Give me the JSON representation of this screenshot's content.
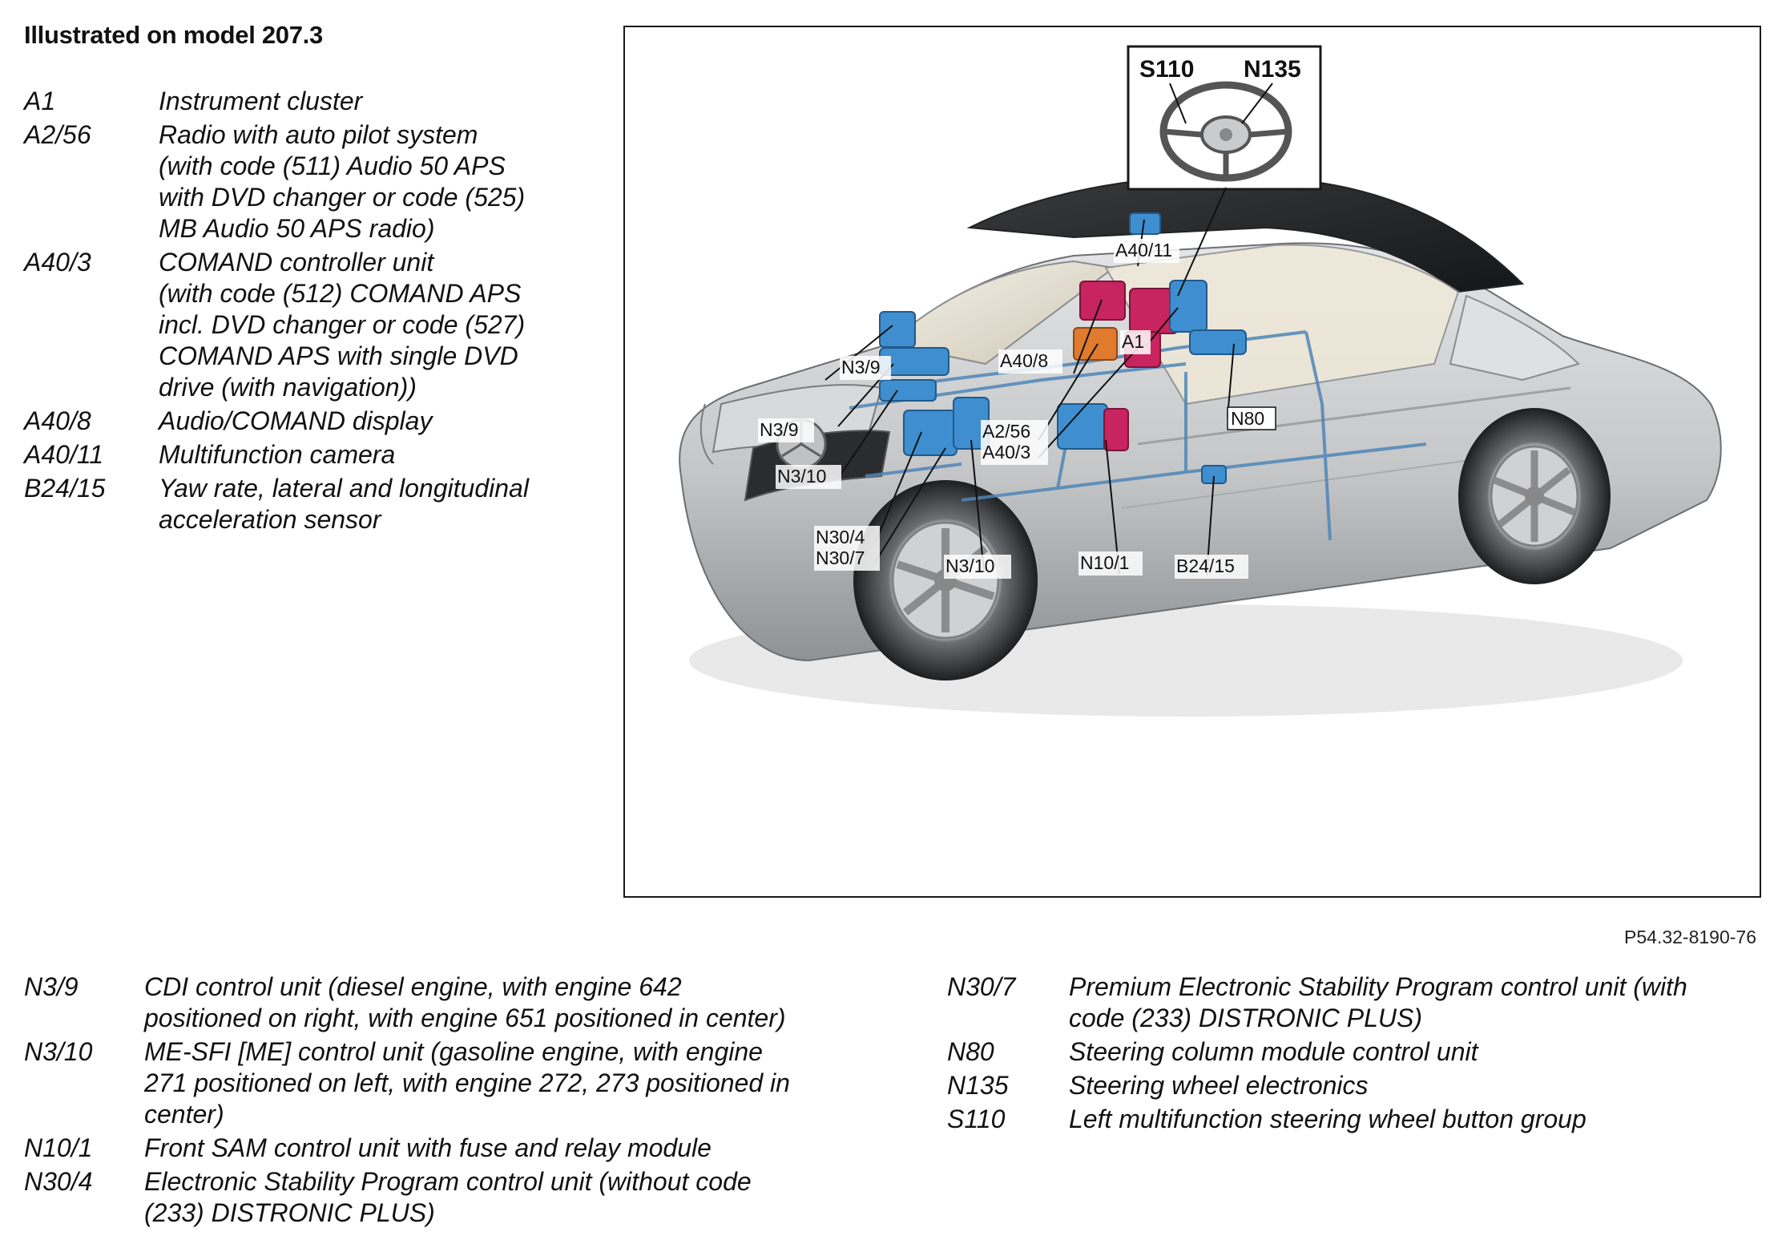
{
  "title": "Illustrated on model 207.3",
  "figure_ref": "P54.32-8190-76",
  "legend_top": [
    {
      "code": "A1",
      "desc": "Instrument cluster"
    },
    {
      "code": "A2/56",
      "desc": "Radio with auto pilot system\n(with code (511) Audio 50 APS\nwith DVD changer or code (525)\nMB Audio 50 APS radio)"
    },
    {
      "code": "A40/3",
      "desc": "COMAND controller unit\n(with code (512) COMAND APS\nincl. DVD changer or code (527)\nCOMAND APS with single DVD\ndrive (with navigation))"
    },
    {
      "code": "A40/8",
      "desc": "Audio/COMAND display"
    },
    {
      "code": "A40/11",
      "desc": "Multifunction camera"
    },
    {
      "code": "B24/15",
      "desc": "Yaw rate, lateral and longitudinal\nacceleration sensor"
    }
  ],
  "legend_bottom_left": [
    {
      "code": "N3/9",
      "desc": "CDI control unit (diesel engine, with engine 642\npositioned on right, with engine 651 positioned in center)"
    },
    {
      "code": "N3/10",
      "desc": "ME-SFI [ME] control unit (gasoline engine, with engine\n271 positioned on left, with engine 272, 273 positioned in\ncenter)"
    },
    {
      "code": "N10/1",
      "desc": "Front SAM control unit with fuse and relay module"
    },
    {
      "code": "N30/4",
      "desc": "Electronic Stability Program control unit (without code\n(233) DISTRONIC PLUS)"
    }
  ],
  "legend_bottom_right": [
    {
      "code": "N30/7",
      "desc": "Premium Electronic Stability Program control unit (with\ncode (233) DISTRONIC PLUS)"
    },
    {
      "code": "N80",
      "desc": "Steering column module control unit"
    },
    {
      "code": "N135",
      "desc": "Steering wheel electronics"
    },
    {
      "code": "S110",
      "desc": "Left multifunction steering wheel button group"
    }
  ],
  "inset": {
    "left_label": "S110",
    "right_label": "N135"
  },
  "callouts": {
    "a40_11": "A40/11",
    "a1": "A1",
    "a40_8": "A40/8",
    "n3_9_upper": "N3/9",
    "n3_9_lower": "N3/9",
    "n3_10_left": "N3/10",
    "a2_56": "A2/56",
    "a40_3": "A40/3",
    "n80": "N80",
    "n30_4": "N30/4",
    "n30_7": "N30/7",
    "n3_10_bottom": "N3/10",
    "n10_1": "N10/1",
    "b24_15": "B24/15"
  },
  "colors": {
    "module_blue": "#3f8ecf",
    "module_magenta": "#c8245f",
    "module_orange": "#e07a2e",
    "car_body": "#c9cbcd"
  }
}
